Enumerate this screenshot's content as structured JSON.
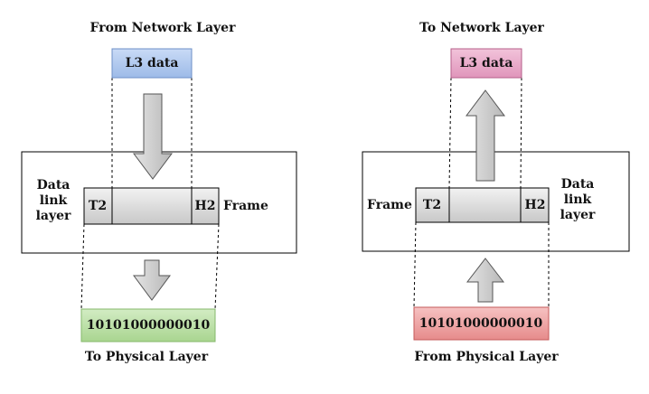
{
  "sending": {
    "top_label": "From Network Layer",
    "l3_box": "L3 data",
    "side_label": [
      "Data",
      "link",
      "layer"
    ],
    "trailer": "T2",
    "header": "H2",
    "frame_label": "Frame",
    "bits": "10101000000010",
    "bottom_label": "To Physical Layer"
  },
  "receiving": {
    "top_label": "To Network Layer",
    "l3_box": "L3 data",
    "side_label": [
      "Data",
      "link",
      "layer"
    ],
    "trailer": "T2",
    "header": "H2",
    "frame_label": "Frame",
    "bits": "10101000000010",
    "bottom_label": "From Physical Layer"
  },
  "colors": {
    "l3_send": "#a9c4ec",
    "l3_recv": "#e8a4c4",
    "bits_send": "#b6dca0",
    "bits_recv": "#ec9a9a",
    "arrow_fill": "#d0d0d0",
    "frame_fill": "#dcdcdc"
  }
}
